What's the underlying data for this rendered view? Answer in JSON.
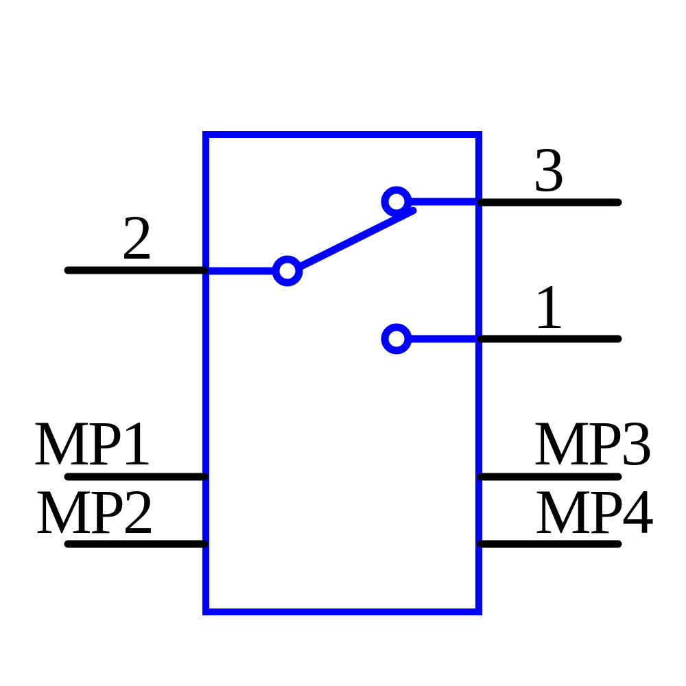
{
  "schematic": {
    "component": "spdt-switch-symbol",
    "background_color": "#ffffff",
    "body_color": "#0000ff",
    "pin_color": "#000000",
    "label_color": "#000000",
    "pins": {
      "p2": {
        "label": "2",
        "side": "left"
      },
      "p3": {
        "label": "3",
        "side": "right"
      },
      "p1": {
        "label": "1",
        "side": "right"
      },
      "mp1": {
        "label": "MP1",
        "side": "left"
      },
      "mp2": {
        "label": "MP2",
        "side": "left"
      },
      "mp3": {
        "label": "MP3",
        "side": "right"
      },
      "mp4": {
        "label": "MP4",
        "side": "right"
      }
    }
  }
}
